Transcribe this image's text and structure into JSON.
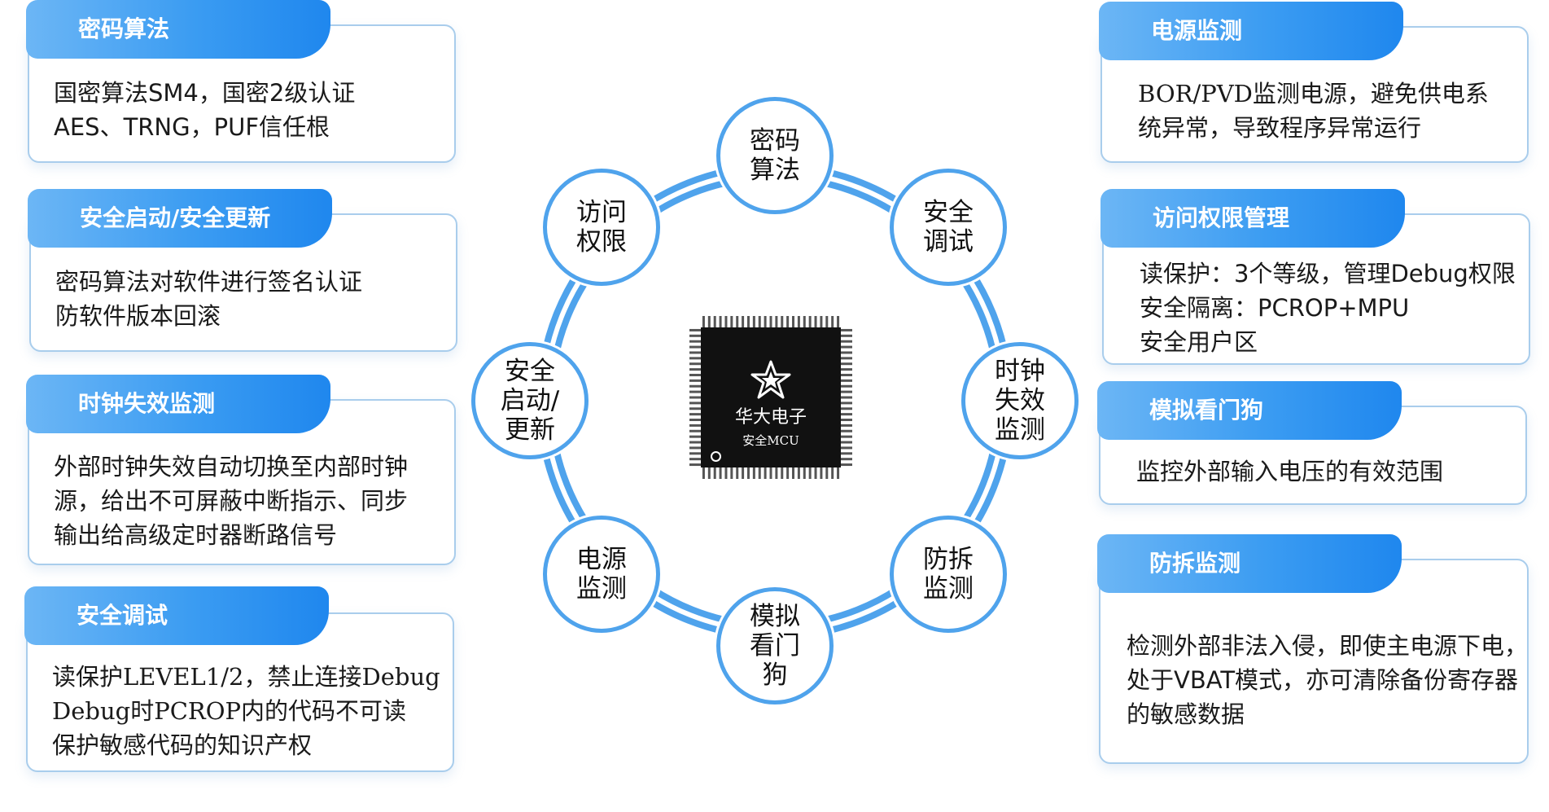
{
  "cards_left": [
    {
      "title": "密码算法",
      "lines": [
        "国密算法SM4，国密2级认证",
        "AES、TRNG，PUF信任根"
      ]
    },
    {
      "title": "安全启动/安全更新",
      "lines": [
        "密码算法对软件进行签名认证",
        "防软件版本回滚"
      ]
    },
    {
      "title": "时钟失效监测",
      "lines": [
        "外部时钟失效自动切换至内部时钟",
        "源，给出不可屏蔽中断指示、同步",
        "输出给高级定时器断路信号"
      ]
    },
    {
      "title": "安全调试",
      "lines": [
        "读保护LEVEL1/2，禁止连接Debug",
        "Debug时PCROP内的代码不可读",
        "保护敏感代码的知识产权"
      ]
    }
  ],
  "cards_right": [
    {
      "title": "电源监测",
      "lines": [
        "BOR/PVD监测电源，避免供电系",
        "统异常，导致程序异常运行"
      ]
    },
    {
      "title": "访问权限管理",
      "lines": [
        "读保护：3个等级，管理Debug权限",
        "安全隔离：PCROP+MPU",
        "安全用户区"
      ]
    },
    {
      "title": "模拟看门狗",
      "lines": [
        "监控外部输入电压的有效范围"
      ]
    },
    {
      "title": "防拆监测",
      "lines": [
        "检测外部非法入侵，即使主电源下电，",
        "处于VBAT模式，亦可清除备份寄存器",
        "的敏感数据"
      ]
    }
  ],
  "ring_nodes": [
    {
      "line1": "密码",
      "line2": "算法"
    },
    {
      "line1": "安全",
      "line2": "调试"
    },
    {
      "line1": "时钟",
      "line2": "失效",
      "line3": "监测"
    },
    {
      "line1": "防拆",
      "line2": "监测"
    },
    {
      "line1": "模拟",
      "line2": "看门",
      "line3": "狗"
    },
    {
      "line1": "电源",
      "line2": "监测"
    },
    {
      "line1": "安全",
      "line2": "启动/",
      "line3": "更新"
    },
    {
      "line1": "访问",
      "line2": "权限"
    }
  ],
  "chip": {
    "name": "华大电子",
    "subtitle": "安全MCU"
  },
  "colors": {
    "accent": "#3b9cf2",
    "ring": "#4fa3ec",
    "card_border": "#a9cdec",
    "chip": "#111111"
  }
}
